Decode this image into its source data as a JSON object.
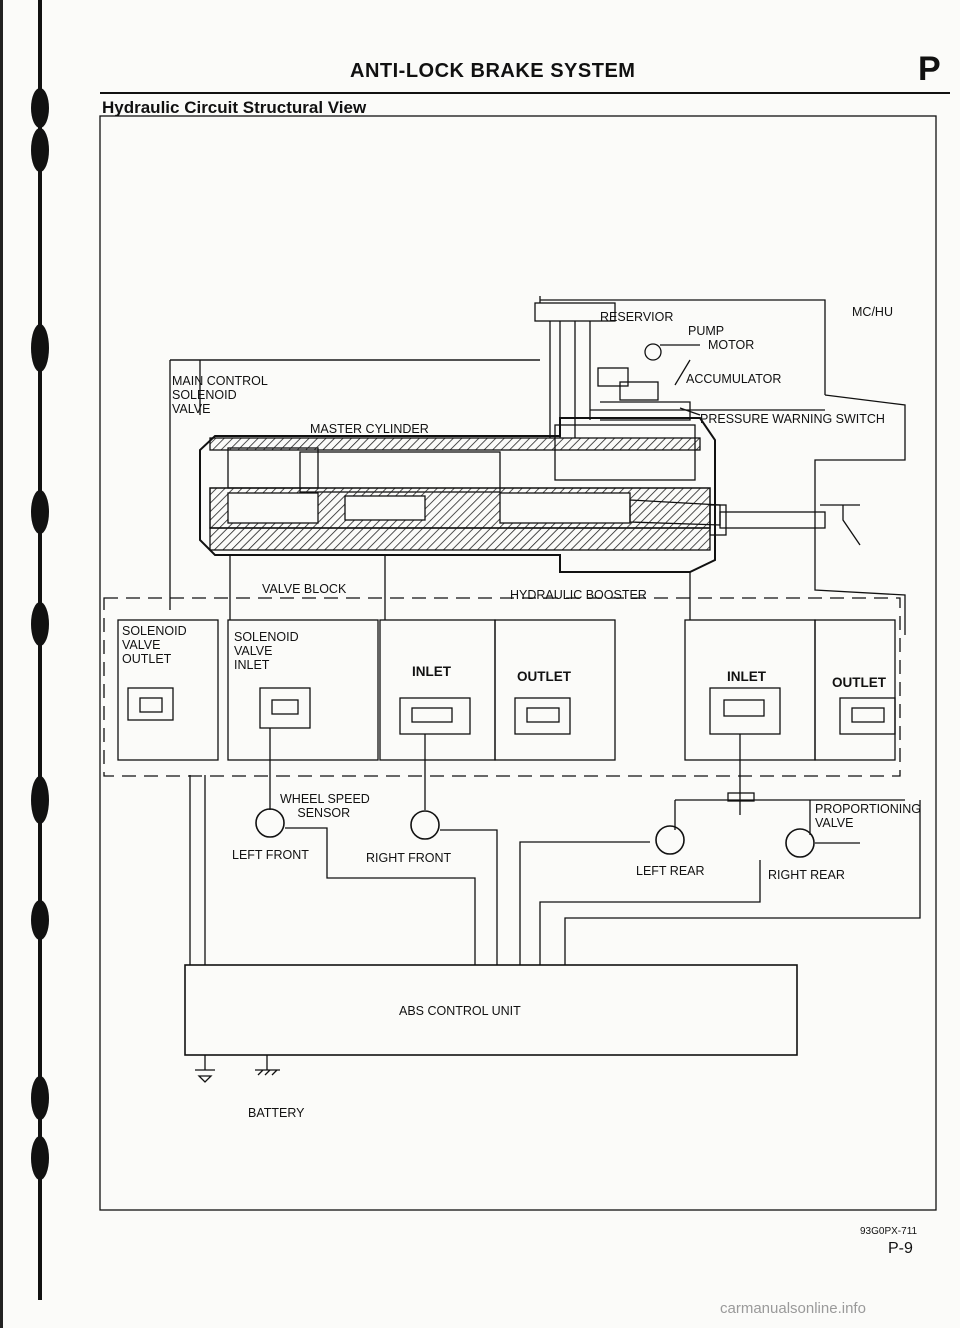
{
  "header": {
    "title": "ANTI-LOCK BRAKE SYSTEM",
    "section_letter": "P",
    "subtitle": "Hydraulic Circuit Structural View"
  },
  "diagram": {
    "labels": {
      "reservior": "RESERVIOR",
      "mchu": "MC/HU",
      "pump": "PUMP",
      "motor": "MOTOR",
      "accumulator": "ACCUMULATOR",
      "main_control": "MAIN CONTROL\nSOLENOID\nVALVE",
      "pressure_switch": "PRESSURE WARNING SWITCH",
      "master_cylinder": "MASTER CYLINDER",
      "valve_block": "VALVE BLOCK",
      "hydraulic_booster": "HYDRAULIC BOOSTER",
      "solenoid_outlet": "SOLENOID\nVALVE\nOUTLET",
      "solenoid_inlet": "SOLENOID\nVALVE\nINLET",
      "inlet_1": "INLET",
      "outlet_1": "OUTLET",
      "inlet_2": "INLET",
      "outlet_2": "OUTLET",
      "wheel_speed_sensor": "WHEEL SPEED\n     SENSOR",
      "proportioning_valve": "PROPORTIONING\nVALVE",
      "left_front": "LEFT FRONT",
      "right_front": "RIGHT FRONT",
      "left_rear": "LEFT REAR",
      "right_rear": "RIGHT REAR",
      "abs_control_unit": "ABS CONTROL UNIT",
      "battery": "BATTERY"
    }
  },
  "footer": {
    "figure_code": "93G0PX-711",
    "page": "P-9",
    "watermark": "carmanualsonline.info"
  }
}
